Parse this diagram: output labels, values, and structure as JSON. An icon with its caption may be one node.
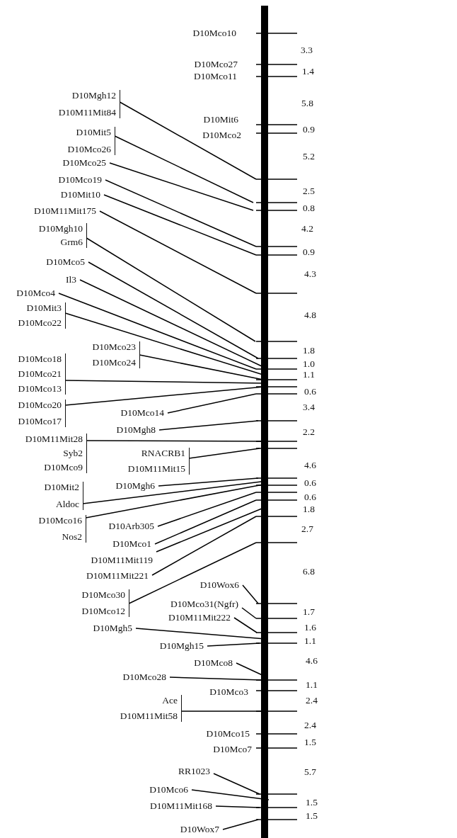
{
  "diagram": {
    "nodes": [
      {
        "text": [
          "D10Mgh12",
          "D10M11Mit84"
        ]
      },
      {
        "text": [
          "D10Mit5",
          "D10Mco26"
        ]
      },
      {
        "text": [
          "D10Mco25"
        ]
      },
      {
        "text": [
          "D10Mco19"
        ]
      },
      {
        "text": [
          "D10Mit10"
        ]
      },
      {
        "text": [
          "D10M11Mit175"
        ]
      },
      {
        "text": [
          "D10Mgh10",
          "Grm6"
        ]
      },
      {
        "text": [
          "D10Mco5"
        ]
      },
      {
        "text": [
          "Il3"
        ]
      },
      {
        "text": [
          "D10Mco4"
        ]
      },
      {
        "text": [
          "D10Mit3",
          "D10Mco22"
        ]
      },
      {
        "text": [
          "D10Mco23",
          "D10Mco24"
        ]
      },
      {
        "text": [
          "D10Mco18",
          "D10Mco21",
          "D10Mco13"
        ]
      },
      {
        "text": [
          "D10Mco20",
          "D10Mco17"
        ]
      },
      {
        "text": [
          "D10Mco14"
        ]
      },
      {
        "text": [
          "D10Mgh8"
        ]
      },
      {
        "text": [
          "D10M11Mit28",
          "Syb2",
          "D10Mco9"
        ]
      },
      {
        "text": [
          "RNACRB1",
          "D10M11Mit15"
        ]
      },
      {
        "text": [
          "D10Mgh6"
        ]
      },
      {
        "text": [
          "D10Mit2",
          "Aldoc"
        ]
      },
      {
        "text": [
          "D10Mco16",
          "Nos2"
        ]
      },
      {
        "text": [
          "D10Arb305"
        ]
      },
      {
        "text": [
          "D10Mco1"
        ]
      },
      {
        "text": [
          "D10M11Mit119"
        ]
      },
      {
        "text": [
          "D10M11Mit221"
        ]
      },
      {
        "text": [
          "D10Mco30",
          "D10Mco12"
        ]
      },
      {
        "text": [
          "D10Wox6"
        ]
      },
      {
        "text": [
          "D10Mco31(Ngfr)"
        ]
      },
      {
        "text": [
          "D10M11Mit222"
        ]
      },
      {
        "text": [
          "D10Mgh5"
        ]
      },
      {
        "text": [
          "D10Mgh15"
        ]
      },
      {
        "text": [
          "D10Mco8"
        ]
      },
      {
        "text": [
          "D10Mco28"
        ]
      },
      {
        "text": [
          "Ace",
          "D10M11Mit58"
        ]
      },
      {
        "text": [
          "RR1023"
        ]
      },
      {
        "text": [
          "D10Mco6"
        ]
      },
      {
        "text": [
          "D10M11Mit168"
        ]
      },
      {
        "text": [
          "D10Wox7"
        ]
      },
      {
        "text": [],
        "shape": "bar"
      }
    ],
    "edges": [
      {
        "from": 0,
        "to": 38,
        "arrow": "none"
      },
      {
        "from": 1,
        "to": 38,
        "arrow": "none"
      },
      {
        "from": 2,
        "to": 38,
        "arrow": "none"
      },
      {
        "from": 3,
        "to": 38,
        "arrow": "none"
      },
      {
        "from": 4,
        "to": 38,
        "arrow": "none"
      },
      {
        "from": 5,
        "to": 38,
        "arrow": "none"
      },
      {
        "from": 6,
        "to": 38,
        "arrow": "none"
      },
      {
        "from": 7,
        "to": 38,
        "arrow": "none"
      },
      {
        "from": 8,
        "to": 38,
        "arrow": "none"
      },
      {
        "from": 9,
        "to": 38,
        "arrow": "none"
      },
      {
        "from": 10,
        "to": 38,
        "arrow": "none"
      },
      {
        "from": 11,
        "to": 38,
        "arrow": "none"
      },
      {
        "from": 12,
        "to": 38,
        "arrow": "none"
      },
      {
        "from": 13,
        "to": 38,
        "arrow": "none"
      },
      {
        "from": 14,
        "to": 38,
        "arrow": "none"
      },
      {
        "from": 15,
        "to": 38,
        "arrow": "none"
      },
      {
        "from": 16,
        "to": 38,
        "arrow": "none"
      },
      {
        "from": 17,
        "to": 38,
        "arrow": "none"
      },
      {
        "from": 18,
        "to": 38,
        "arrow": "none"
      },
      {
        "from": 19,
        "to": 38,
        "arrow": "none"
      },
      {
        "from": 20,
        "to": 38,
        "arrow": "none"
      },
      {
        "from": 21,
        "to": 38,
        "arrow": "none"
      },
      {
        "from": 22,
        "to": 38,
        "arrow": "none"
      },
      {
        "from": 23,
        "to": 38,
        "arrow": "none"
      },
      {
        "from": 24,
        "to": 38,
        "arrow": "none"
      },
      {
        "from": 25,
        "to": 38,
        "arrow": "none"
      },
      {
        "from": 26,
        "to": 38,
        "arrow": "none"
      },
      {
        "from": 27,
        "to": 38,
        "arrow": "none"
      },
      {
        "from": 28,
        "to": 38,
        "arrow": "none"
      },
      {
        "from": 29,
        "to": 38,
        "arrow": "none"
      },
      {
        "from": 30,
        "to": 38,
        "arrow": "none"
      },
      {
        "from": 31,
        "to": 38,
        "arrow": "none"
      },
      {
        "from": 32,
        "to": 38,
        "arrow": "none"
      },
      {
        "from": 33,
        "to": 38,
        "arrow": "none"
      },
      {
        "from": 34,
        "to": 38,
        "arrow": "none"
      },
      {
        "from": 35,
        "to": 38,
        "arrow": "none"
      },
      {
        "from": 36,
        "to": 38,
        "arrow": "none"
      },
      {
        "from": 37,
        "to": 38,
        "arrow": "none"
      }
    ],
    "labels": [
      "D10Mco10",
      "3.3",
      "D10Mco27",
      "1.4",
      "D10Mco11",
      "5.8",
      "D10Mit6",
      "0.9",
      "D10Mco2",
      "5.2",
      "2.5",
      "0.8",
      "4.2",
      "0.9",
      "4.3",
      "4.8",
      "1.8",
      "1.0",
      "1.1",
      "0.6",
      "3.4",
      "2.2",
      "4.6",
      "0.6",
      "0.6",
      "1.8",
      "2.7",
      "6.8",
      "1.7",
      "1.6",
      "1.1",
      "4.6",
      "1.1",
      "D10Mco3",
      "2.4",
      "2.4",
      "D10Mco15",
      "1.5",
      "D10Mco7",
      "5.7",
      "1.5",
      "1.5"
    ]
  }
}
